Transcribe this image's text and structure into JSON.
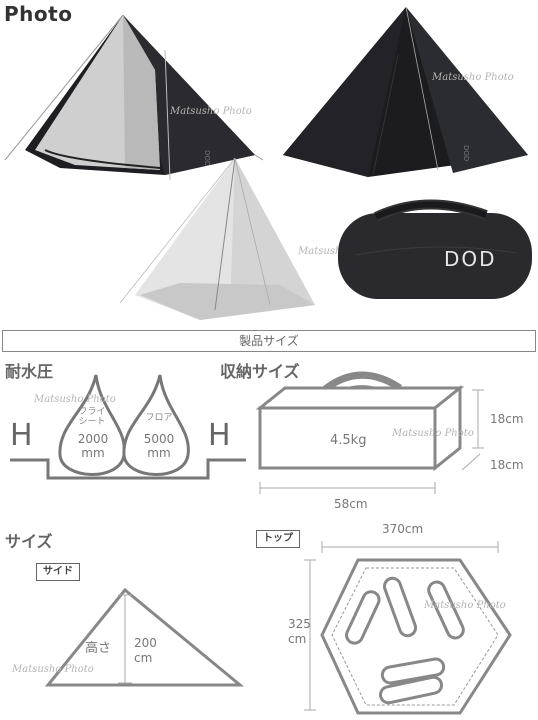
{
  "header": {
    "title": "Photo"
  },
  "watermark": "Matsusho Photo",
  "banner": {
    "label": "製品サイズ"
  },
  "water_pressure": {
    "title": "耐水圧",
    "left_drop": {
      "label": "フライ\nシート",
      "value": "2000",
      "unit": "mm"
    },
    "right_drop": {
      "label": "フロア",
      "value": "5000",
      "unit": "mm"
    },
    "left_letter": "H",
    "right_letter": "H"
  },
  "storage": {
    "title": "収納サイズ",
    "weight": "4.5kg",
    "height": "18cm",
    "depth": "18cm",
    "width": "58cm"
  },
  "size": {
    "title": "サイズ",
    "side_tag": "サイド",
    "height_label": "高さ",
    "height_value": "200",
    "height_unit": "cm",
    "top_tag": "トップ",
    "top_width": "370cm",
    "top_depth_value": "325",
    "top_depth_unit": "cm"
  },
  "bag_logo": "DOD"
}
